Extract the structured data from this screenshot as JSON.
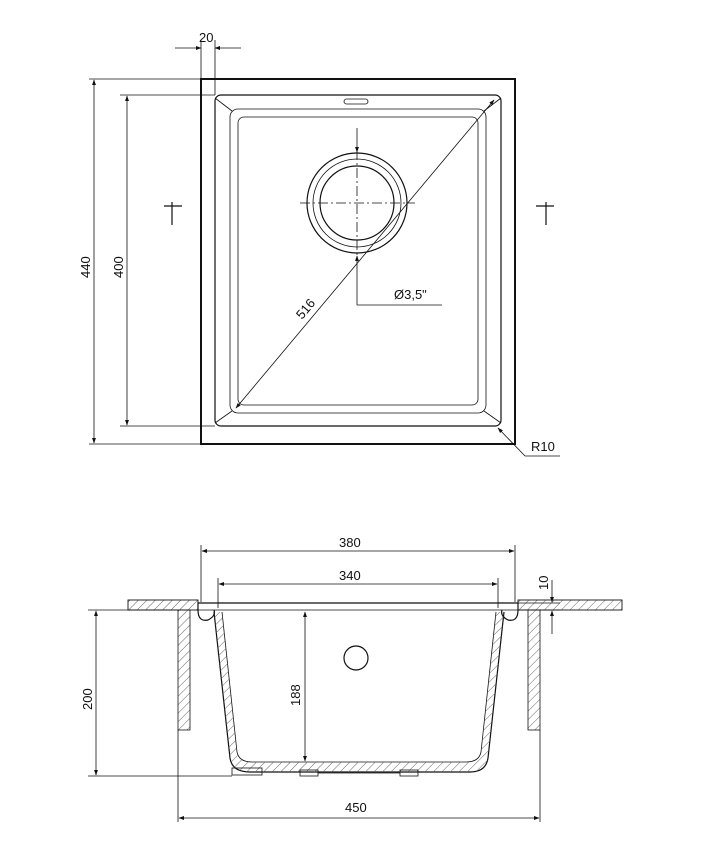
{
  "top_view": {
    "dim_rim_width": "20",
    "dim_outer_height": "440",
    "dim_inner_height": "400",
    "dim_diagonal": "516",
    "dim_drain": "Ø3,5\"",
    "dim_corner_radius": "R10"
  },
  "section_view": {
    "dim_top_width": "380",
    "dim_inner_width": "340",
    "dim_rim_thickness": "10",
    "dim_total_height": "200",
    "dim_bowl_depth": "188",
    "dim_cabinet_width": "450"
  }
}
